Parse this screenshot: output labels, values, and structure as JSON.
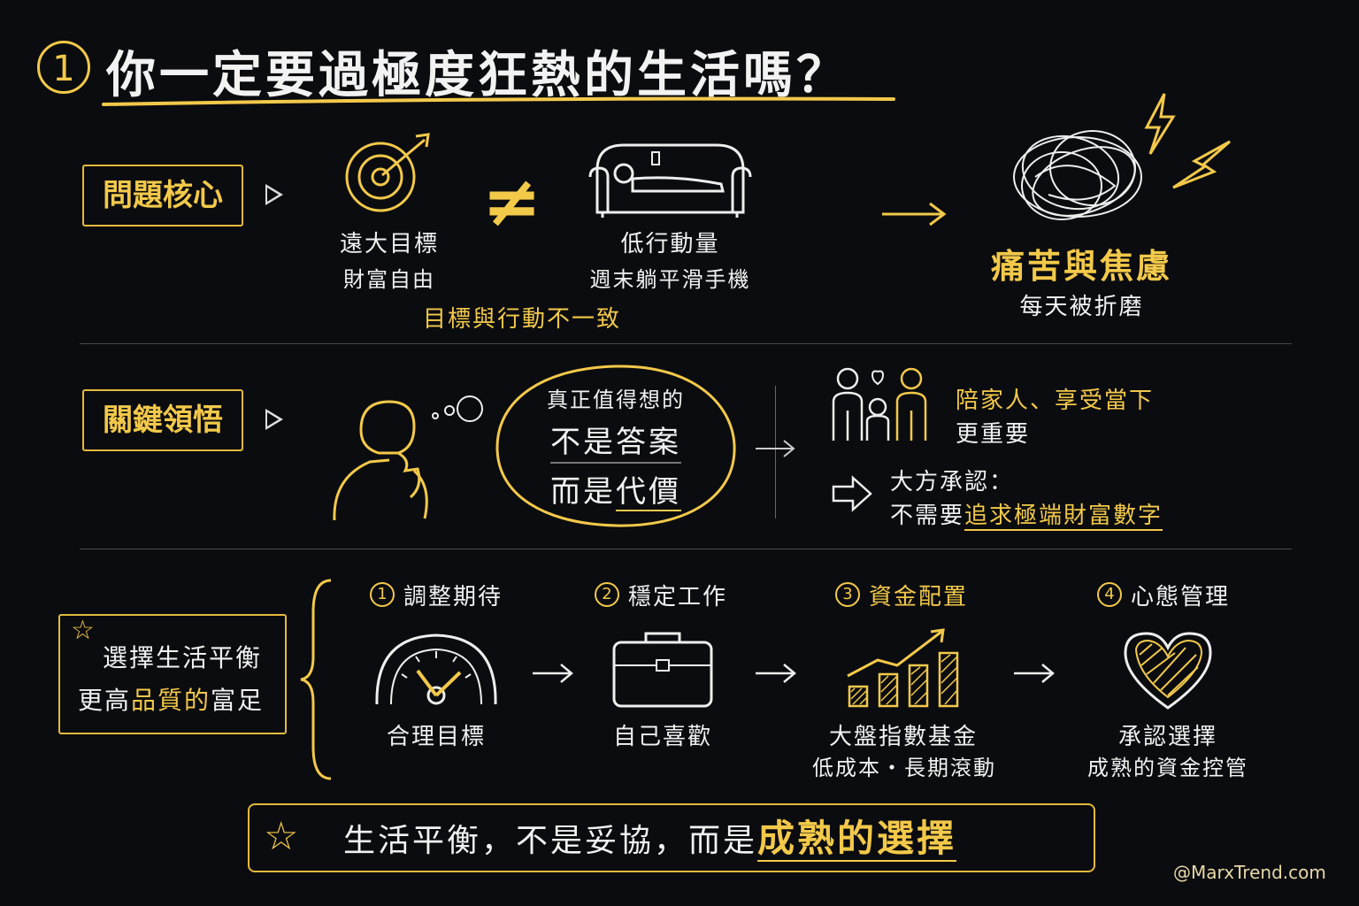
{
  "header": {
    "number": "1",
    "title": "你一定要過極度狂熱的生活嗎？"
  },
  "section1": {
    "label": "問題核心",
    "goal_title": "遠大目標",
    "goal_sub": "財富自由",
    "not_equal": "≠",
    "action_title": "低行動量",
    "action_sub": "週末躺平滑手機",
    "mismatch": "目標與行動不一致",
    "result_title": "痛苦與焦慮",
    "result_sub": "每天被折磨"
  },
  "section2": {
    "label": "關鍵領悟",
    "bubble_line1": "真正值得想的",
    "bubble_line2": "不是答案",
    "bubble_line3_a": "而是",
    "bubble_line3_b": "代價",
    "family_line1": "陪家人、享受當下",
    "family_line2": "更重要",
    "admit_line1": "大方承認：",
    "admit_line2_a": "不需要",
    "admit_line2_b": "追求極端財富數字"
  },
  "section3": {
    "label_line1": "選擇生活平衡",
    "label_line2_a": "更高",
    "label_line2_b": "品質的",
    "label_line2_c": "富足",
    "steps": [
      {
        "num": "1",
        "title": "調整期待",
        "caption1": "合理目標",
        "caption2": ""
      },
      {
        "num": "2",
        "title": "穩定工作",
        "caption1": "自己喜歡",
        "caption2": ""
      },
      {
        "num": "3",
        "title": "資金配置",
        "caption1": "大盤指數基金",
        "caption2": "低成本・長期滾動"
      },
      {
        "num": "4",
        "title": "心態管理",
        "caption1": "承認選擇",
        "caption2": "成熟的資金控管"
      }
    ]
  },
  "footer": {
    "star": "☆",
    "text_a": "生活平衡，不是妥協，而是",
    "text_b": "成熟的選擇",
    "handle": "@MarxTrend.com"
  },
  "colors": {
    "accent": "#f3c94a",
    "background": "#0b0c0f",
    "text": "#f2f2f2"
  }
}
